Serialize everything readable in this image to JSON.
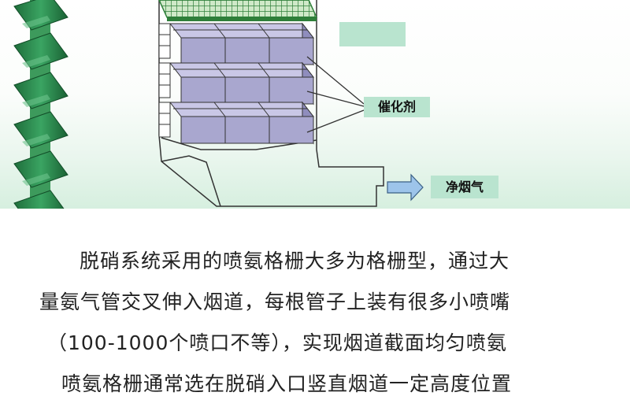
{
  "diagram": {
    "label_blank": "",
    "label_catalyst": "催化剂",
    "label_clean_gas": "净烟气"
  },
  "paragraph": {
    "lines": [
      "脱硝系统采用的喷氨格栅大多为格栅型，通过大",
      "量氨气管交叉伸入烟道，每根管子上装有很多小喷嘴",
      "（100-1000个喷口不等），实现烟道截面均匀喷氨",
      "喷氨格栅通常选在脱硝入口竖直烟道一定高度位置"
    ]
  },
  "colors": {
    "spiral_green": "#2e8a4f",
    "catalyst_block": "#a9a7cf",
    "grid_green": "#3f8f47",
    "label_bg": "#b9e4cf",
    "arrow_blue": "#9dc4ea"
  }
}
